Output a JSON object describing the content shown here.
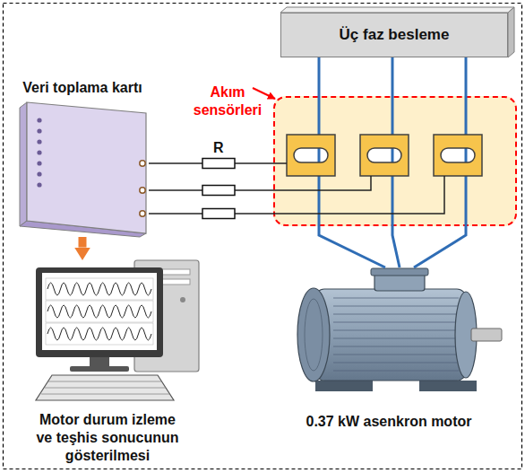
{
  "diagram": {
    "nodes": [
      {
        "text": [
          "Üç faz besleme"
        ]
      },
      {
        "text": [
          "Akım sensörleri"
        ]
      },
      {
        "text": [
          "Veri toplama kartı"
        ]
      },
      {
        "text": [
          "Motor durum izleme ve teşhis sonucunun gösterilmesi"
        ]
      },
      {
        "text": [
          "0.37 kW asenkron motor"
        ]
      }
    ],
    "edges": [
      {
        "from": 0,
        "to": 1,
        "arrow": "none"
      },
      {
        "from": 1,
        "to": 4,
        "arrow": "none"
      },
      {
        "from": 1,
        "to": 2,
        "arrow": "none"
      },
      {
        "from": 2,
        "to": 3,
        "arrow": "to"
      }
    ],
    "labels": [
      "R"
    ]
  }
}
